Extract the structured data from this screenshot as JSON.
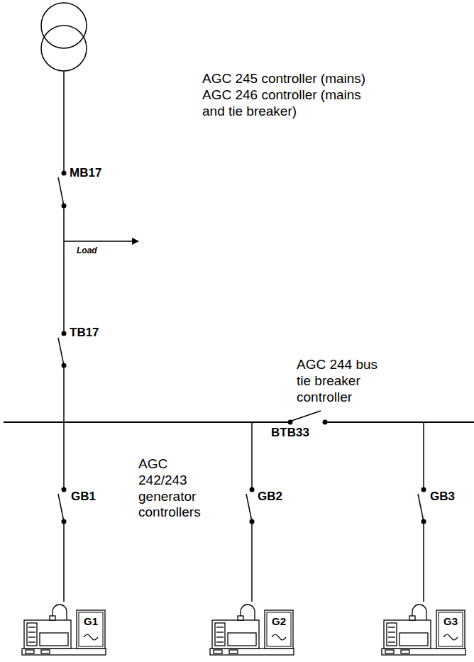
{
  "diagram": {
    "nodes": [
      {
        "text": [
          "G1"
        ]
      },
      {
        "text": [
          "G2"
        ]
      },
      {
        "text": [
          "G3"
        ]
      }
    ],
    "labels": [
      "MB17",
      "AGC 245 controller (mains) AGC 246 controller (mains and tie breaker)",
      "Load",
      "TB17",
      "AGC 244 bus tie breaker controller",
      "BTB33",
      "GB1",
      "AGC 242/243 generator controllers",
      "GB2",
      "GB3"
    ]
  }
}
